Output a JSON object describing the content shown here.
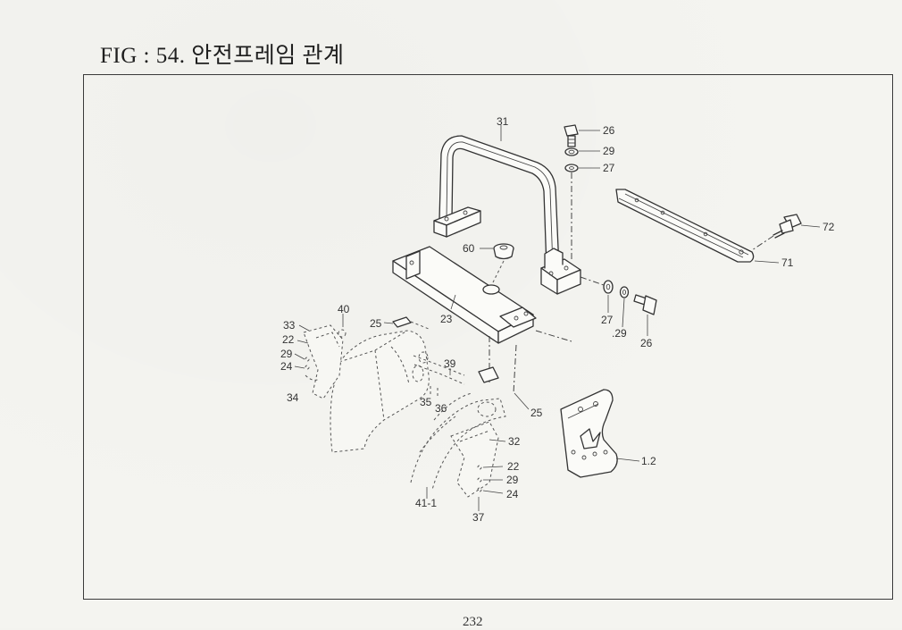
{
  "figure": {
    "title": "FIG : 54. 안전프레임 관계",
    "page_number": "232"
  },
  "part_labels": [
    {
      "id": "p31",
      "text": "31"
    },
    {
      "id": "p26a",
      "text": "26"
    },
    {
      "id": "p29a",
      "text": "29"
    },
    {
      "id": "p27a",
      "text": "27"
    },
    {
      "id": "p72",
      "text": "72"
    },
    {
      "id": "p71",
      "text": "71"
    },
    {
      "id": "p60",
      "text": "60"
    },
    {
      "id": "p23",
      "text": "23"
    },
    {
      "id": "p27b",
      "text": "27"
    },
    {
      "id": "p29b",
      "text": ".29"
    },
    {
      "id": "p26b",
      "text": "26"
    },
    {
      "id": "p40",
      "text": "40"
    },
    {
      "id": "p33",
      "text": "33"
    },
    {
      "id": "p22a",
      "text": "22"
    },
    {
      "id": "p29c",
      "text": "29"
    },
    {
      "id": "p24a",
      "text": "24"
    },
    {
      "id": "p34",
      "text": "34"
    },
    {
      "id": "p25a",
      "text": "25"
    },
    {
      "id": "p39",
      "text": "39"
    },
    {
      "id": "p35",
      "text": "35"
    },
    {
      "id": "p36",
      "text": "36"
    },
    {
      "id": "p25b",
      "text": "25"
    },
    {
      "id": "p32",
      "text": "32"
    },
    {
      "id": "p22b",
      "text": "22"
    },
    {
      "id": "p29d",
      "text": "29"
    },
    {
      "id": "p24b",
      "text": "24"
    },
    {
      "id": "p41",
      "text": "41-1"
    },
    {
      "id": "p37",
      "text": "37"
    },
    {
      "id": "p12",
      "text": "1.2"
    }
  ]
}
